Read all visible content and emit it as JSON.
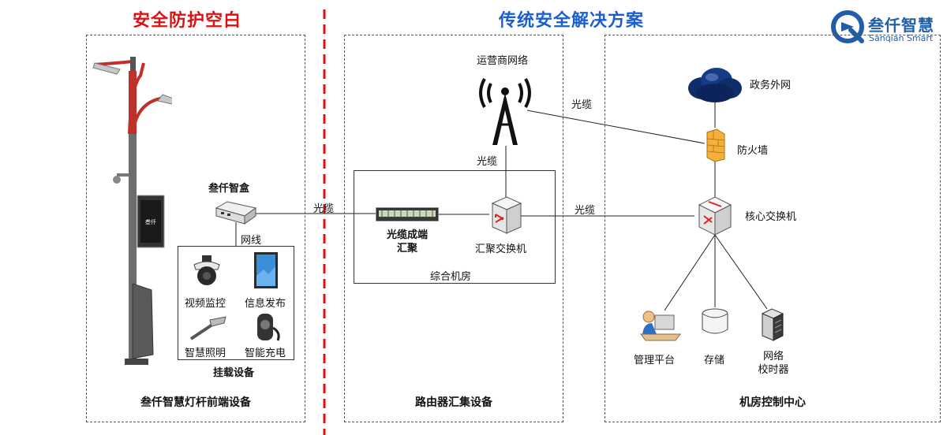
{
  "headings": {
    "left": "安全防护空白",
    "right": "传统安全解决方案"
  },
  "brand": {
    "name_cn": "叁仟智慧",
    "name_en": "Sanqian Smart",
    "color": "#1f5fa8"
  },
  "colors": {
    "red": "#e01010",
    "blue": "#1a5fd0"
  },
  "left_panel": {
    "smart_box": "叁仟智盒",
    "network_cable": "网线",
    "devices": [
      "视频监控",
      "信息发布",
      "智慧照明",
      "智能充电"
    ],
    "mounted_caption": "挂载设备",
    "footer": "叁仟智慧灯杆前端设备"
  },
  "middle_panel": {
    "carrier_network": "运营商网络",
    "fiber_vertical": "光缆",
    "fiber_terminal": "光缆成端",
    "fiber_terminal_sub": "汇聚",
    "agg_switch": "汇聚交换机",
    "room": "综合机房",
    "footer": "路由器汇集设备"
  },
  "links": {
    "fiber_left": "光缆",
    "fiber_right": "光缆",
    "fiber_top": "光缆"
  },
  "right_panel": {
    "gov_network": "政务外网",
    "firewall": "防火墙",
    "core_switch": "核心交换机",
    "mgmt_platform": "管理平台",
    "storage": "存储",
    "time_server_line1": "网络",
    "time_server_line2": "校时器",
    "footer": "机房控制中心"
  }
}
